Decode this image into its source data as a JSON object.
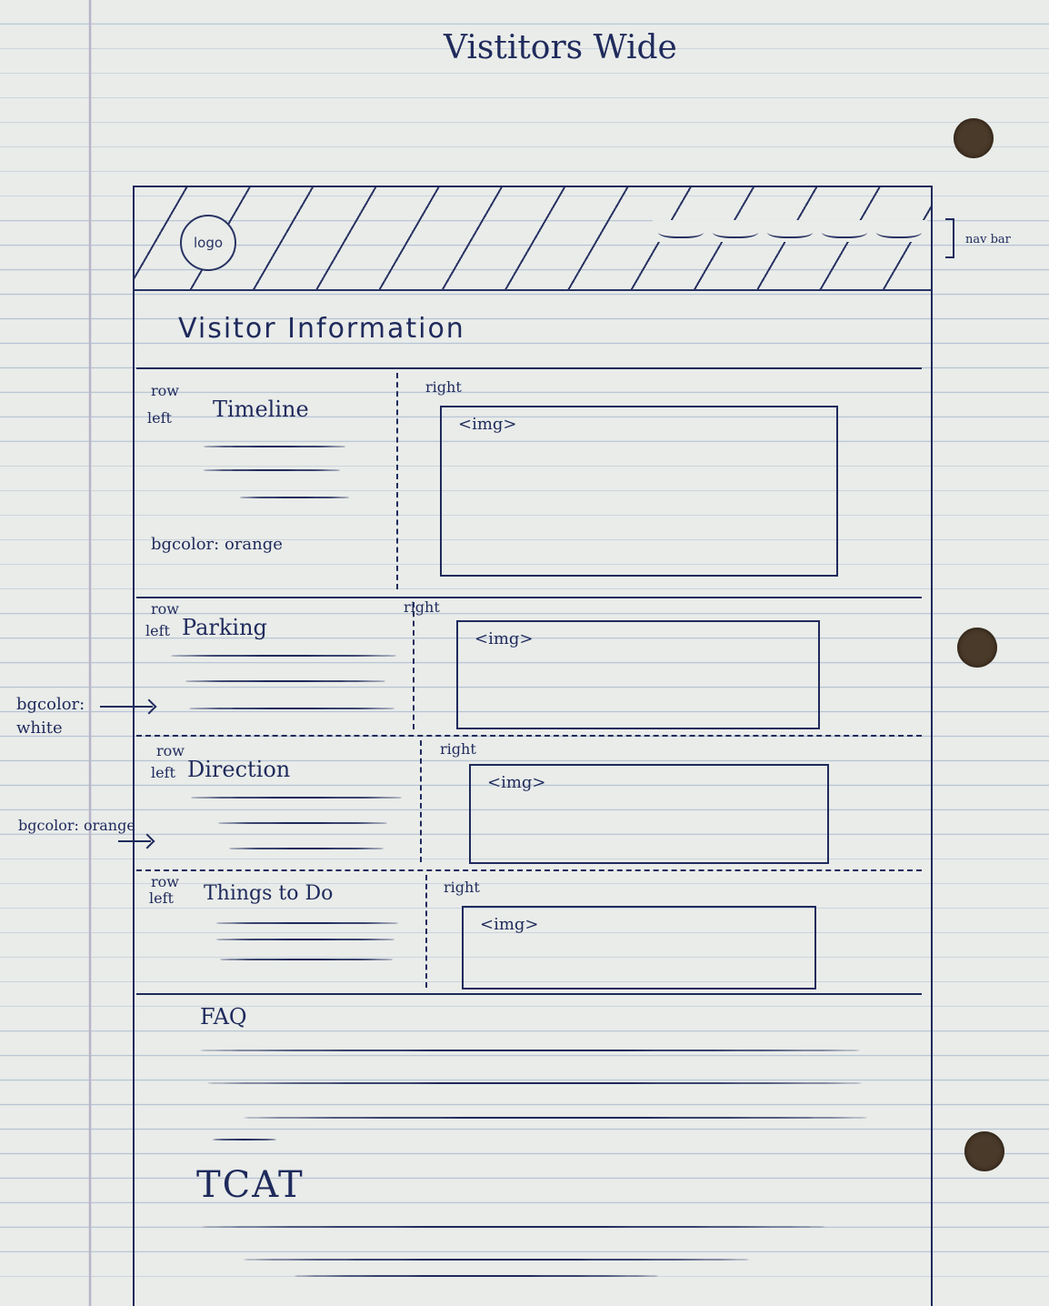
{
  "page_title": "Vistitors Wide",
  "navbar": {
    "logo_label": "logo",
    "links_annotation": "nav bar",
    "link_count": 5
  },
  "heading": "Visitor Information",
  "sections": [
    {
      "row_label": "row",
      "left_label": "left",
      "title": "Timeline",
      "right_label": "right",
      "img_label": "<img>",
      "bgcolor_note": "bgcolor: orange"
    },
    {
      "row_label": "row",
      "left_label": "left",
      "title": "Parking",
      "right_label": "right",
      "img_label": "<img>"
    },
    {
      "row_label": "row",
      "left_label": "left",
      "title": "Direction",
      "right_label": "right",
      "img_label": "<img>"
    },
    {
      "row_label": "row",
      "left_label": "left",
      "title": "Things to Do",
      "right_label": "right",
      "img_label": "<img>"
    }
  ],
  "margin_annotations": {
    "white": "bgcolor: white",
    "orange": "bgcolor: orange"
  },
  "faq_heading": "FAQ",
  "tcat_heading": "TCAT"
}
